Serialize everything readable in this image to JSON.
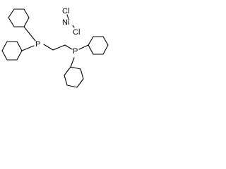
{
  "molecule": {
    "atoms": {
      "phosphorus_1": "P",
      "phosphorus_2": "P",
      "nickel": "Ni",
      "chlorine_1": "Cl",
      "chlorine_2": "Cl"
    }
  }
}
